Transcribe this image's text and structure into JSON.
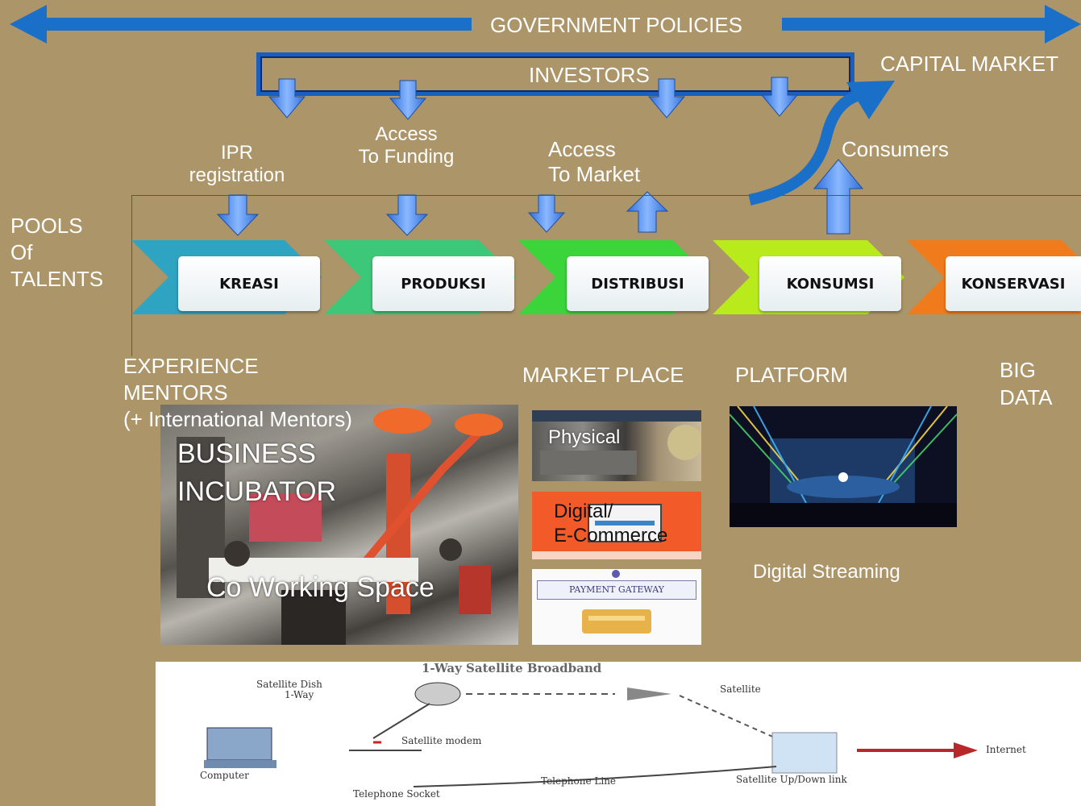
{
  "top": {
    "government_policies": "GOVERNMENT POLICIES",
    "investors": "INVESTORS",
    "capital_market": "CAPITAL MARKET",
    "consumers": "Consumers"
  },
  "flow_labels": {
    "ipr_line1": "IPR",
    "ipr_line2": "registration",
    "funding_line1": "Access",
    "funding_line2": "To Funding",
    "market_line1": "Access",
    "market_line2": "To Market"
  },
  "pools": {
    "line1": "POOLS",
    "line2": "Of",
    "line3": "TALENTS"
  },
  "stages": [
    {
      "label": "KREASI",
      "color": "#2fa3c2"
    },
    {
      "label": "PRODUKSI",
      "color": "#3cc878"
    },
    {
      "label": "DISTRIBUSI",
      "color": "#3bd43b"
    },
    {
      "label": "KONSUMSI",
      "color": "#b9ea1c"
    },
    {
      "label": "KONSERVASI",
      "color": "#f07b1c"
    }
  ],
  "bottom": {
    "experience_line1": "EXPERIENCE",
    "experience_line2": "MENTORS",
    "experience_line3": "(+ International Mentors)",
    "market_place": "MARKET PLACE",
    "platform": "PLATFORM",
    "big_data_line1": "BIG",
    "big_data_line2": "DATA",
    "business_line1": "BUSINESS",
    "business_line2": "INCUBATOR",
    "coworking": "Co Working Space",
    "physical": "Physical",
    "digital_line1": "Digital/",
    "digital_line2": "E-Commerce",
    "payment_gateway": "PAYMENT GATEWAY",
    "digital_streaming": "Digital Streaming"
  },
  "satellite": {
    "title": "1-Way Satellite Broadband",
    "dish": "Satellite Dish",
    "dish_sub": "1-Way",
    "satellite": "Satellite",
    "modem": "Satellite modem",
    "computer": "Computer",
    "phone_socket": "Telephone Socket",
    "phone_line": "Telephone Line",
    "uplink": "Satellite Up/Down link",
    "internet": "Internet"
  },
  "colors": {
    "background": "#ab9569",
    "arrow_blue": "#1a6fc9",
    "block_arrow": "#4a8fe8"
  }
}
